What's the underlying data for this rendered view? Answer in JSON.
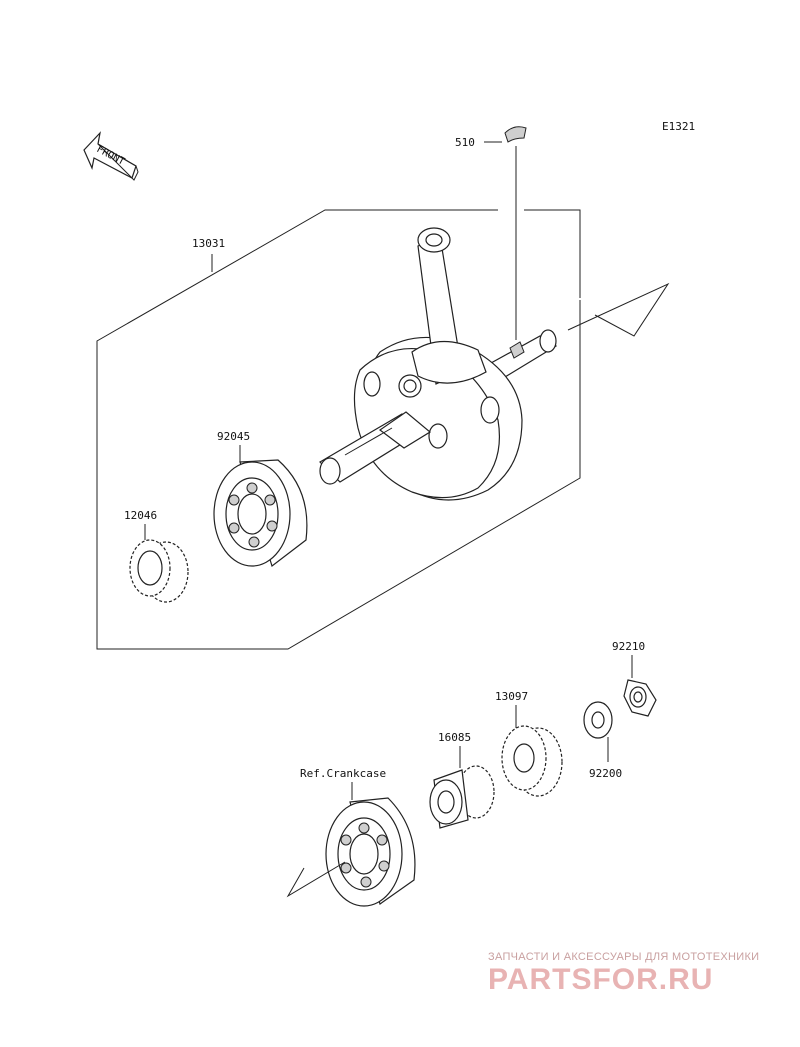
{
  "diagram_code": "E1321",
  "front_label": "FRONT",
  "parts": {
    "p510": "510",
    "p13031": "13031",
    "p92045": "92045",
    "p12046": "12046",
    "p92210": "92210",
    "p13097": "13097",
    "p16085": "16085",
    "p92200": "92200",
    "ref": "Ref.Crankcase"
  },
  "watermark": {
    "tagline": "ЗАПЧАСТИ И АКСЕССУАРЫ ДЛЯ МОТОТЕХНИКИ",
    "logo": "PARTSFOR.RU"
  }
}
